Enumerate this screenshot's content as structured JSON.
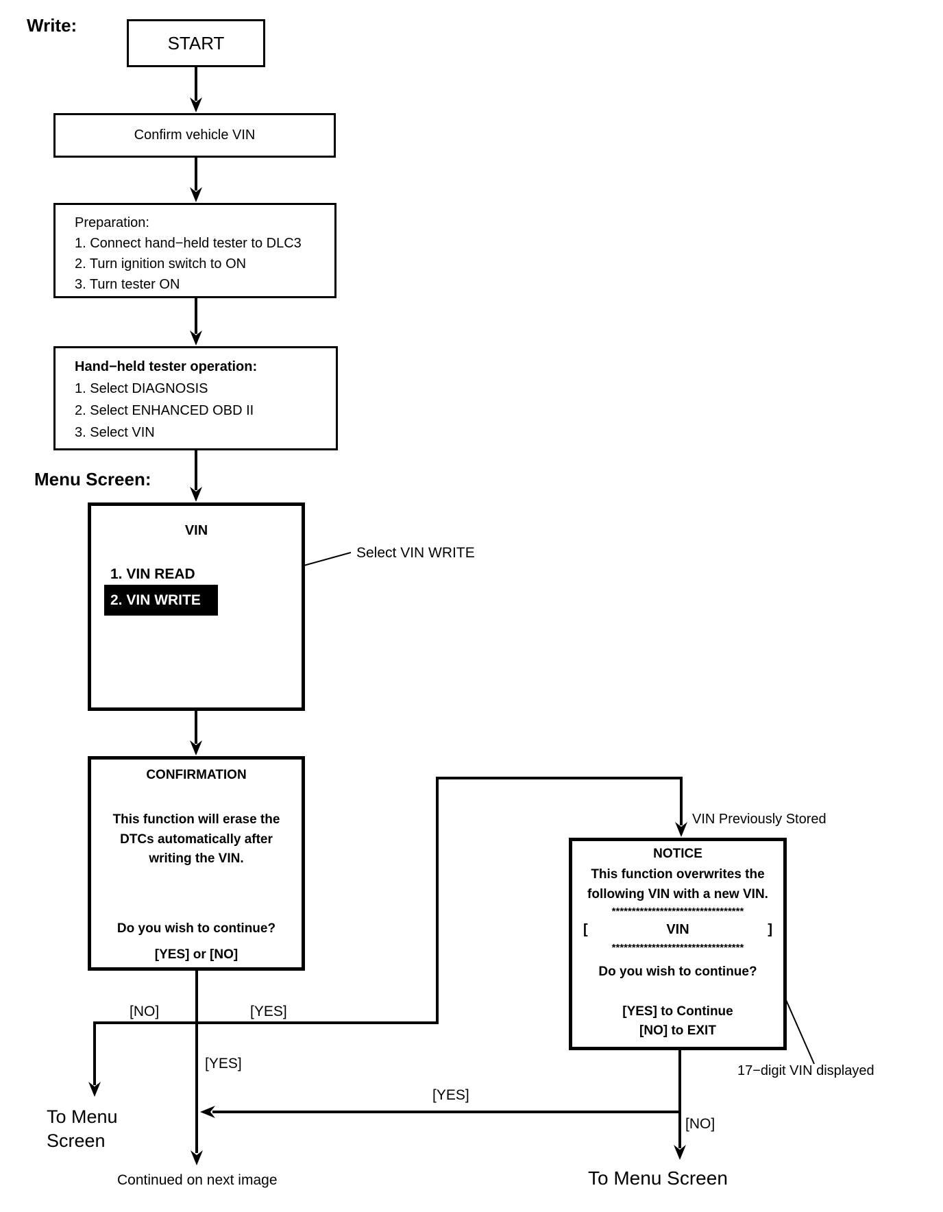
{
  "page": {
    "write_label": "Write:",
    "menu_screen_label": "Menu Screen:"
  },
  "flow": {
    "start": "START",
    "confirm_vin": "Confirm vehicle VIN",
    "preparation": {
      "title": "Preparation:",
      "steps": [
        "1. Connect hand−held tester to DLC3",
        "2. Turn ignition switch to ON",
        "3. Turn tester ON"
      ]
    },
    "tester_operation": {
      "title": "Hand−held tester operation:",
      "steps": [
        "1. Select DIAGNOSIS",
        "2. Select ENHANCED OBD II",
        "3. Select VIN"
      ]
    },
    "menu_screen": {
      "title": "VIN",
      "item1": "1. VIN READ",
      "item2": "2. VIN WRITE"
    },
    "confirmation": {
      "title": "CONFIRMATION",
      "line1": "This function will erase the",
      "line2": "DTCs automatically after",
      "line3": "writing the VIN.",
      "question": "Do you wish to continue?",
      "options": "[YES] or [NO]"
    },
    "notice": {
      "title": "NOTICE",
      "line1": "This function overwrites the",
      "line2": "following VIN with a new VIN.",
      "stars": "*********************************",
      "vin_open": "[",
      "vin_label": "VIN",
      "vin_close": "]",
      "question": "Do you wish to continue?",
      "yes_option": "[YES] to Continue",
      "no_option": "[NO] to EXIT"
    }
  },
  "annotations": {
    "select_vin_write": "Select VIN WRITE",
    "vin_previously_stored": "VIN Previously Stored",
    "vin_digits": "17−digit VIN displayed"
  },
  "branch_labels": {
    "no_left": "[NO]",
    "yes_right": "[YES]",
    "yes_down": "[YES]",
    "yes_return": "[YES]",
    "no_down": "[NO]"
  },
  "exits": {
    "to_menu_left_line1": "To Menu",
    "to_menu_left_line2": "Screen",
    "continued": "Continued on next image",
    "to_menu_right": "To Menu Screen"
  }
}
